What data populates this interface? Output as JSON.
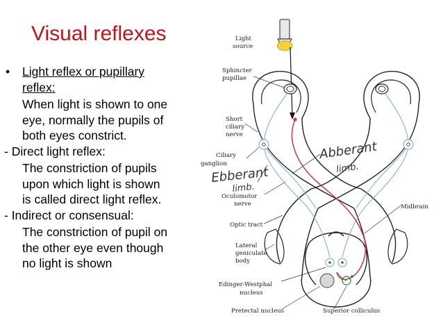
{
  "slide": {
    "title": "Visual reflexes",
    "lines": [
      "Light reflex or pupillary",
      "reflex:",
      "When light is shown to one",
      "eye, normally the pupils of",
      "both eyes constrict.",
      "- Direct light reflex:",
      "The constriction of pupils",
      "upon which light is shown",
      "is called direct light reflex.",
      "- Indirect or consensual:",
      "The constriction of pupil on",
      "the other eye even though",
      "no light is shown"
    ],
    "bullet_glyph": "•"
  },
  "diagram": {
    "labels": {
      "light_source_1": "Light",
      "light_source_2": "source",
      "sphincter_1": "Sphincter",
      "sphincter_2": "pupillae",
      "short_ciliary_1": "Short",
      "short_ciliary_2": "ciliary",
      "short_ciliary_3": "nerve",
      "ciliary_ganglion_1": "Ciliary",
      "ciliary_ganglion_2": "ganglion",
      "oculomotor_1": "Oculomotor",
      "oculomotor_2": "nerve",
      "optic_tract": "Optic tract",
      "lateral_geniculate_1": "Lateral",
      "lateral_geniculate_2": "geniculate",
      "lateral_geniculate_3": "body",
      "edinger_1": "Edinger-Westphal",
      "edinger_2": "nucleus",
      "pretectal": "Pretectal nucleus",
      "midbrain": "Midbrain",
      "superior_colliculus": "Superior colliculus"
    },
    "annotations": {
      "abberant_1": "Abberant",
      "abberant_2": "limb.",
      "ebberant_1": "Ebberant",
      "ebberant_2": "limb."
    },
    "colors": {
      "pathway_red": "#d0393b",
      "nerve_blue": "#7fb4d8",
      "lamp_yellow": "#f2d23a",
      "title_red": "#c0141a",
      "nucleus_green": "#1e7a3a"
    }
  }
}
